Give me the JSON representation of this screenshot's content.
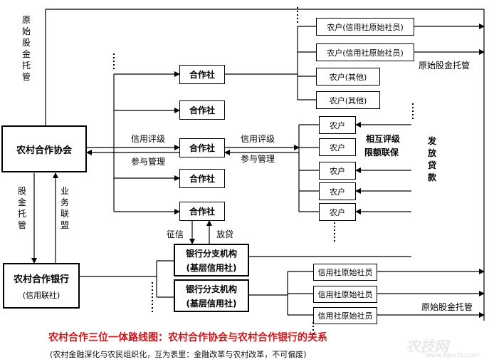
{
  "nodes": {
    "association": "农村合作协会",
    "bank_title": "农村合作银行",
    "bank_sub": "(信用联社)",
    "coop": "合作社",
    "branch_line1": "银行分支机构",
    "branch_line2": "(基层信用社)",
    "farmer_original": "农户(信用社原始社员)",
    "farmer_other": "农户(其他)",
    "farmer": "农户",
    "credit_member": "信用社原始社员"
  },
  "labels": {
    "original_trust_vertical": "原始股金托管",
    "original_trust": "原始股金托管",
    "credit_rating": "信用评级",
    "participate_manage": "参与管理",
    "equity_trust_vertical": "股金托管",
    "business_link_vertical": "业务联盟",
    "credit_info": "征信",
    "lending": "放贷",
    "mutual_rating_1": "相互评级",
    "mutual_rating_2": "限额联保",
    "issue_loans_vertical": "发放贷款"
  },
  "caption": {
    "title": "农村合作三位一体路线图：农村合作协会与农村合作银行的关系",
    "subtitle": "(农村金融深化与农民组织化，互为表里：金融改革与农村改革，不可偏废)"
  },
  "watermark": {
    "text": "农技网",
    "url": "www.zgxcfx.com"
  }
}
